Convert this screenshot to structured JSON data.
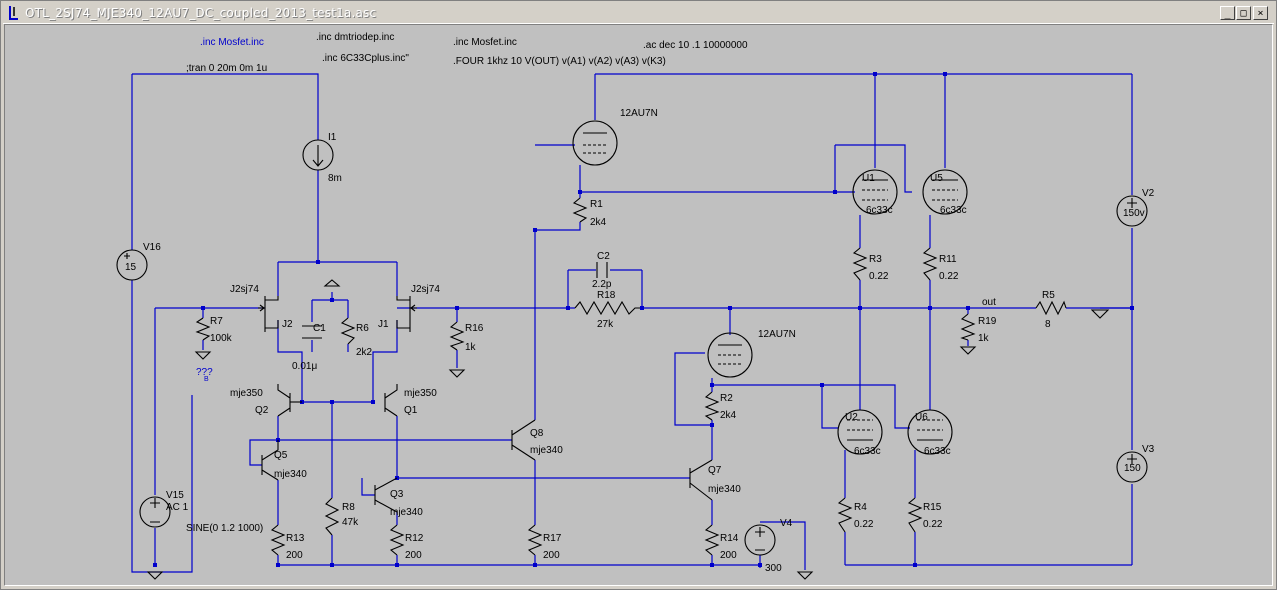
{
  "window": {
    "title": "OTL_2SJ74_MJE340_12AU7_DC_coupled_2013_test1a.asc",
    "controls": [
      "minimize",
      "restore",
      "close"
    ],
    "icon": "ltspice-icon"
  },
  "directives": {
    "inc_mosfet_left": ".inc Mosfet.inc",
    "inc_dmtriodep": ".inc dmtriodep.inc",
    "inc_6c33c": ".inc 6C33Cplus.inc\"",
    "inc_mosfet_mid": ".inc Mosfet.inc",
    "ac": ".ac dec 10 .1 10000000",
    "four": ".FOUR 1khz 10 V(OUT) v(A1) v(A2)  v(A3) v(K3)",
    "tran": ";tran 0 20m 0m 1u"
  },
  "components": {
    "I1": {
      "name": "I1",
      "value": "8m"
    },
    "V16": {
      "name": "V16",
      "value": "15"
    },
    "V15": {
      "name": "V15",
      "value": "AC 1",
      "extra": "SINE(0 1.2 1000)"
    },
    "V2": {
      "name": "V2",
      "value": "150v"
    },
    "V3": {
      "name": "V3",
      "value": "150"
    },
    "V4": {
      "name": "V4",
      "value": "300"
    },
    "J1": {
      "name": "J1",
      "model": "J2sj74"
    },
    "J2": {
      "name": "J2",
      "model": "J2sj74"
    },
    "Q1": {
      "name": "Q1",
      "model": "mje350"
    },
    "Q2": {
      "name": "Q2",
      "model": "mje350"
    },
    "Q3": {
      "name": "Q3",
      "model": "mje340"
    },
    "Q5": {
      "name": "Q5",
      "model": "mje340"
    },
    "Q7": {
      "name": "Q7",
      "model": "mje340"
    },
    "Q8": {
      "name": "Q8",
      "model": "mje340"
    },
    "C1": {
      "name": "C1",
      "value": "0.01μ"
    },
    "C2": {
      "name": "C2",
      "value": "2.2p"
    },
    "R1": {
      "name": "R1",
      "value": "2k4"
    },
    "R2": {
      "name": "R2",
      "value": "2k4"
    },
    "R3": {
      "name": "R3",
      "value": "0.22"
    },
    "R4": {
      "name": "R4",
      "value": "0.22"
    },
    "R5": {
      "name": "R5",
      "value": "8"
    },
    "R6": {
      "name": "R6",
      "value": "2k2"
    },
    "R7": {
      "name": "R7",
      "value": "100k"
    },
    "R8": {
      "name": "R8",
      "value": "47k"
    },
    "R11": {
      "name": "R11",
      "value": "0.22"
    },
    "R12": {
      "name": "R12",
      "value": "200"
    },
    "R13": {
      "name": "R13",
      "value": "200"
    },
    "R14": {
      "name": "R14",
      "value": "200"
    },
    "R15": {
      "name": "R15",
      "value": "0.22"
    },
    "R16": {
      "name": "R16",
      "value": "1k"
    },
    "R17": {
      "name": "R17",
      "value": "200"
    },
    "R18": {
      "name": "R18",
      "value": "27k"
    },
    "R19": {
      "name": "R19",
      "value": "1k"
    },
    "U1": {
      "name": "U1",
      "model": "6c33c"
    },
    "U2": {
      "name": "U2",
      "model": "6c33c"
    },
    "U5": {
      "name": "U5",
      "model": "6c33c"
    },
    "U6": {
      "name": "U6",
      "model": "6c33c"
    },
    "T1": {
      "model": "12AU7N"
    },
    "T2": {
      "model": "12AU7N"
    }
  },
  "nets": {
    "out": "out",
    "unknown": "???",
    "unknown_sub": "B"
  }
}
